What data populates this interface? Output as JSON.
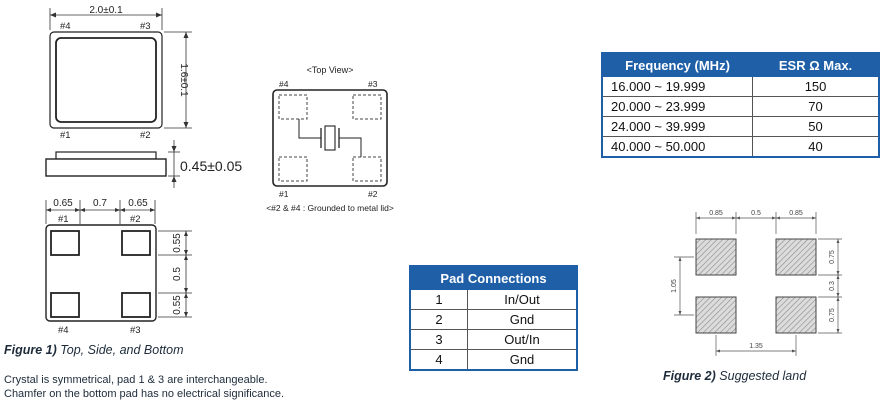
{
  "figure1": {
    "top_width_dim": "2.0±0.1",
    "top_height_dim": "1.6±0.1",
    "side_thickness_dim": "0.45±0.05",
    "bottom_dims": {
      "left_w": "0.65",
      "gap_w": "0.7",
      "right_w": "0.65",
      "top_h": "0.55",
      "mid_h": "0.5",
      "bot_h": "0.55"
    },
    "pin_labels": {
      "p1": "#1",
      "p2": "#2",
      "p3": "#3",
      "p4": "#4"
    },
    "caption_label": "Figure 1)",
    "caption_text": "Top, Side, and Bottom",
    "note": "Crystal is symmetrical, pad 1 & 3 are interchangeable. Chamfer on the bottom pad has no electrical significance."
  },
  "topview": {
    "title": "<Top View>",
    "footnote": "<#2 & #4 : Grounded to metal lid>"
  },
  "esr_table": {
    "headers": [
      "Frequency (MHz)",
      "ESR Ω Max."
    ],
    "rows": [
      [
        "16.000 ~ 19.999",
        "150"
      ],
      [
        "20.000 ~ 23.999",
        "70"
      ],
      [
        "24.000 ~ 39.999",
        "50"
      ],
      [
        "40.000 ~ 50.000",
        "40"
      ]
    ]
  },
  "pad_table": {
    "header": "Pad Connections",
    "rows": [
      [
        "1",
        "In/Out"
      ],
      [
        "2",
        "Gnd"
      ],
      [
        "3",
        "Out/In"
      ],
      [
        "4",
        "Gnd"
      ]
    ]
  },
  "figure2": {
    "dims": {
      "top_left": "0.85",
      "top_mid": "0.5",
      "top_right": "0.85",
      "right_top": "0.75",
      "right_mid": "0.3",
      "right_bot": "0.75",
      "left": "1.05",
      "bottom": "1.35"
    },
    "caption_label": "Figure 2)",
    "caption_text": "Suggested land"
  },
  "colors": {
    "table_header": "#1f5fa8",
    "pad_hatch": "#9a9a9a"
  }
}
